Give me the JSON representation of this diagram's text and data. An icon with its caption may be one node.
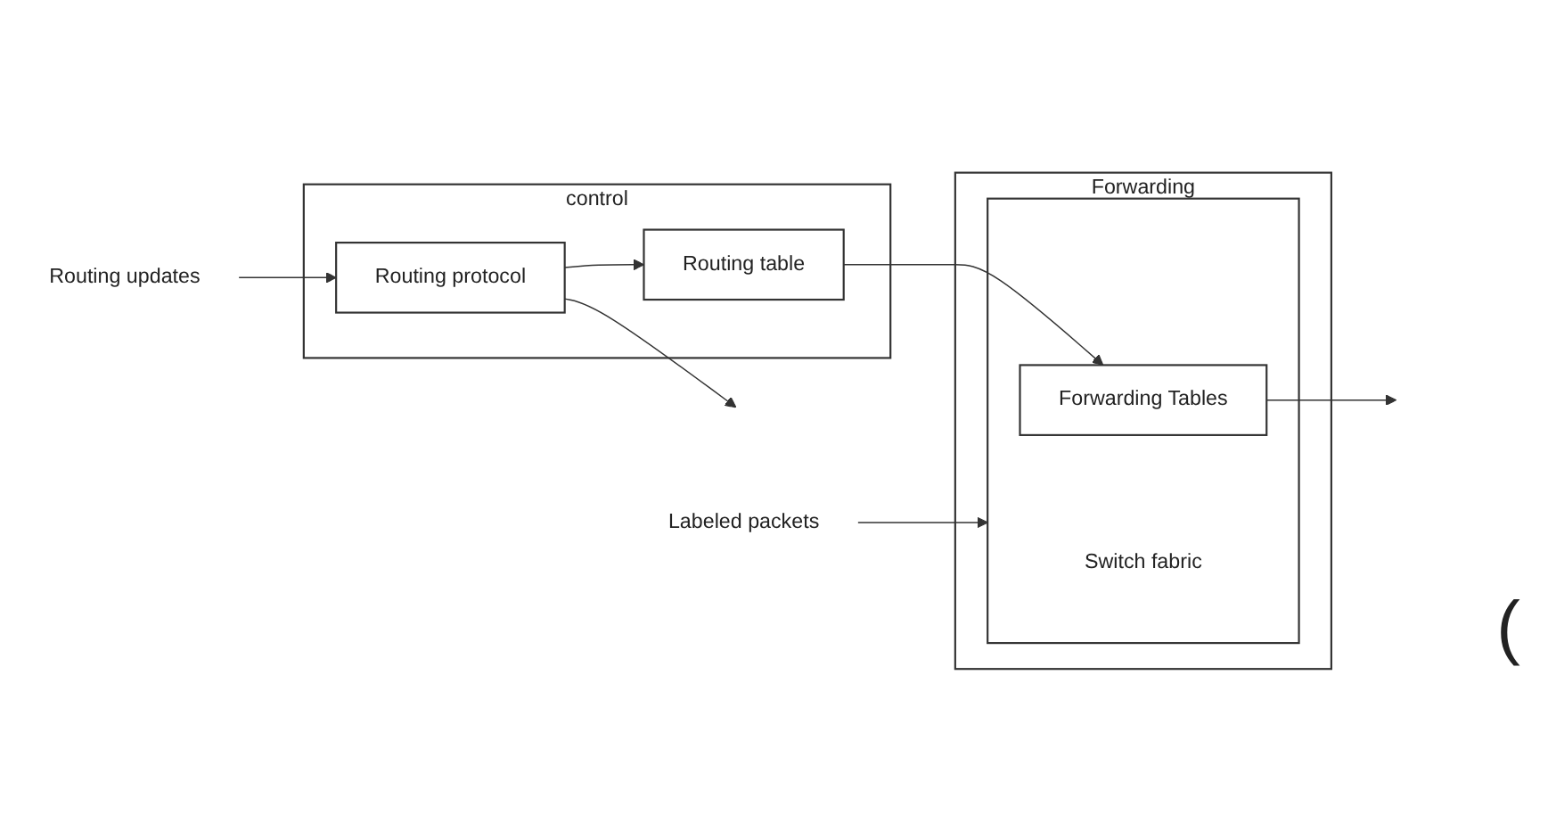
{
  "diagram": {
    "nodes": [
      {
        "text": [
          "control"
        ]
      },
      {
        "text": [
          "Routing protocol"
        ],
        "in": 0
      },
      {
        "text": [
          "Routing table"
        ],
        "in": 0
      },
      {
        "text": [
          "Forwarding"
        ]
      },
      {
        "text": [],
        "shape": "box",
        "in": 3
      },
      {
        "text": [
          "Forwarding Tables"
        ],
        "in": 4
      },
      {
        "text": [
          "Switch fabric"
        ],
        "in": 4
      },
      {
        "text": [
          "Routing updates"
        ]
      },
      {
        "text": [
          "Labeled packets"
        ]
      }
    ],
    "edges": [
      {
        "from": 7,
        "to": 1,
        "arrow": "to"
      },
      {
        "from": 1,
        "to": null,
        "arrow": "to"
      },
      {
        "from": 1,
        "to": 2,
        "arrow": "to"
      },
      {
        "from": 2,
        "to": 5,
        "arrow": "to"
      },
      {
        "from": 8,
        "to": 4,
        "arrow": "to"
      },
      {
        "from": 5,
        "to": null,
        "arrow": "to"
      }
    ],
    "labels": [
      "("
    ]
  }
}
